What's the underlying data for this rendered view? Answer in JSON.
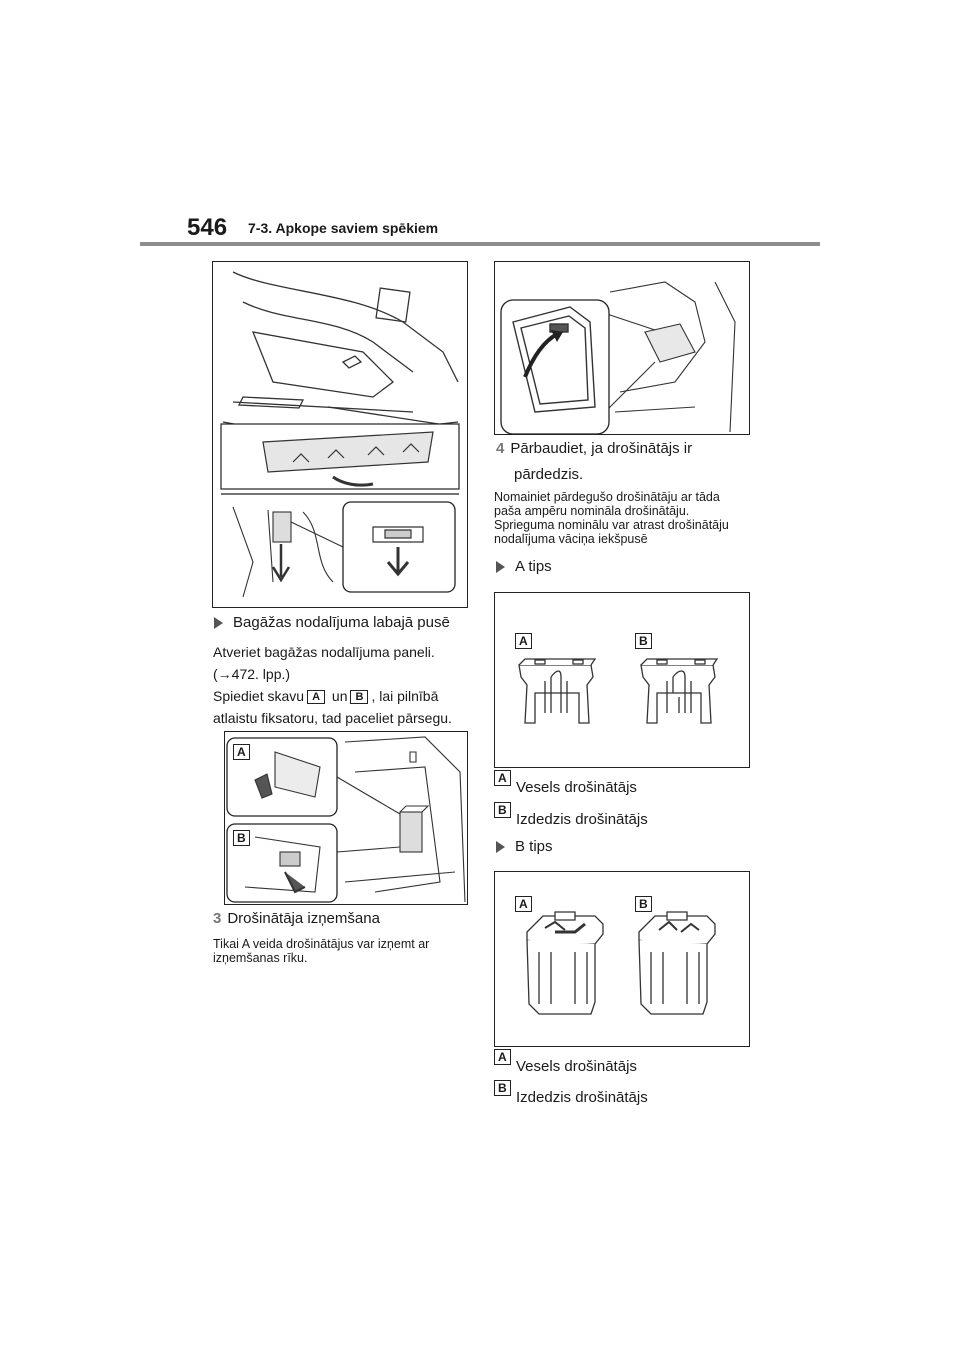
{
  "header": {
    "page_number": "546",
    "section_title": "7-3. Apkope saviem spēkiem"
  },
  "left": {
    "bullet_heading": "Bagāžas nodalījuma labajā pusē",
    "para_line1": "Atveriet bagāžas nodalījuma paneli.",
    "para_line2": "(→472. lpp.)",
    "para_line3_pre": "Spiediet skavu",
    "para_line3_mid": "un",
    "para_line3_post": ", lai pilnībā",
    "para_line4": "atlaistu fiksatoru, tad paceliet pārsegu.",
    "label_a": "A",
    "label_b": "B",
    "step3_number": "3",
    "step3_title": "Drošinātāja izņemšana",
    "step3_note_line1": "Tikai A veida drošinātājus var izņemt ar",
    "step3_note_line2": "izņemšanas rīku."
  },
  "right": {
    "step4_number": "4",
    "step4_title_line1": "Pārbaudiet, ja drošinātājs ir",
    "step4_title_line2": "pārdedzis.",
    "note_line1": "Nomainiet pārdegušo drošinātāju ar tāda",
    "note_line2": "paša ampēru nomināla drošinātāju.",
    "note_line3": "Sprieguma nominālu var atrast drošinātāju",
    "note_line4": "nodalījuma vāciņa iekšpusē",
    "type_a_heading": "A tips",
    "type_b_heading": "B tips",
    "label_a": "A",
    "label_b": "B",
    "good_fuse": "Vesels drošinātājs",
    "blown_fuse": "Izdedzis drošinātājs"
  },
  "colors": {
    "rule": "#8e8e8e",
    "step_number": "#777777",
    "ink": "#1a1a1a"
  }
}
